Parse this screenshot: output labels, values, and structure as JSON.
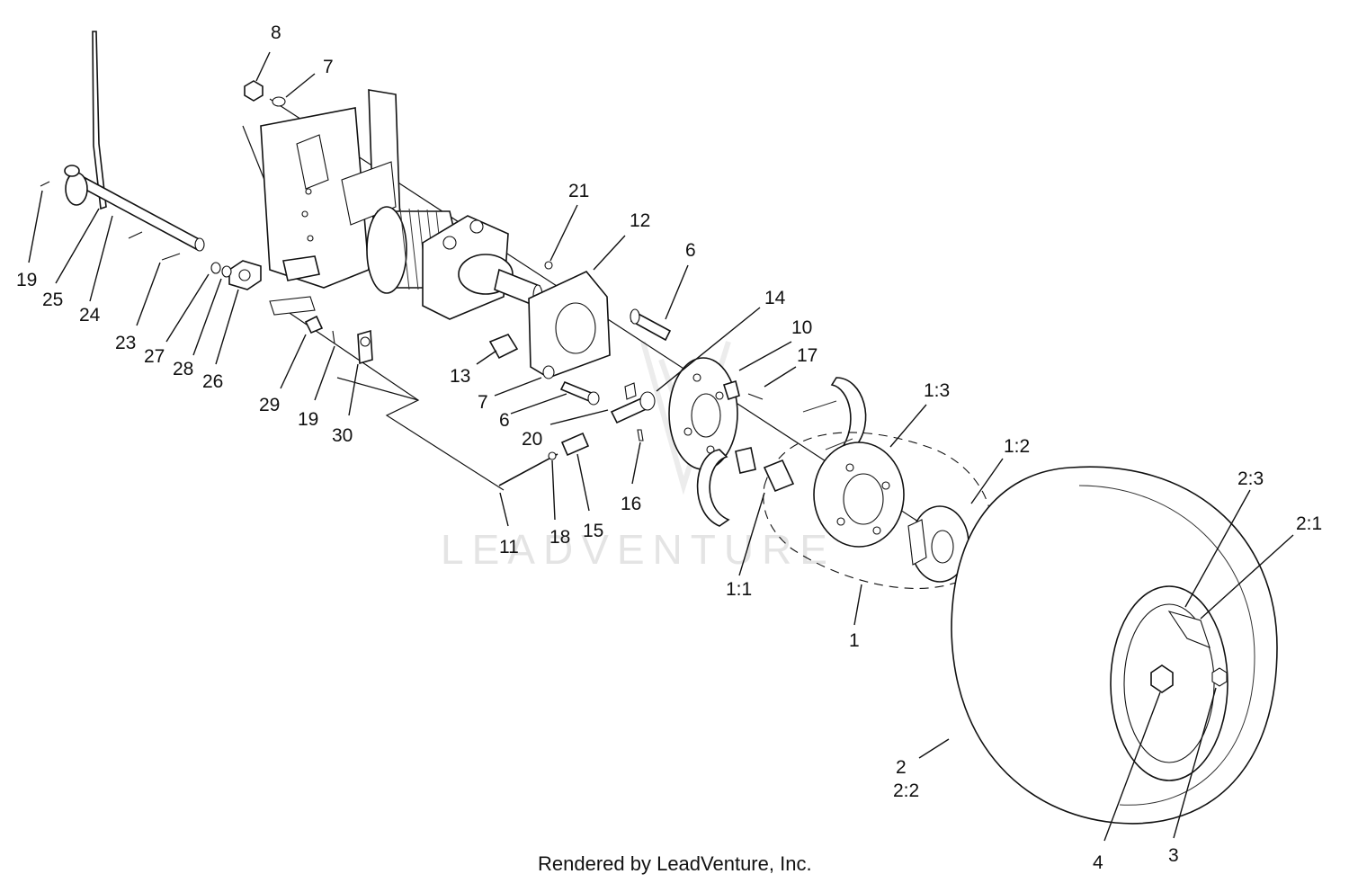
{
  "watermark": "LEADVENTURE",
  "footer": "Rendered by LeadVenture, Inc.",
  "callouts": [
    "8",
    "7",
    "19",
    "25",
    "24",
    "23",
    "27",
    "28",
    "26",
    "29",
    "19",
    "30",
    "21",
    "12",
    "6",
    "13",
    "7",
    "6",
    "20",
    "11",
    "18",
    "15",
    "16",
    "14",
    "10",
    "17",
    "1:3",
    "1:2",
    "1:1",
    "1",
    "2:3",
    "2:1",
    "2",
    "2:2",
    "4",
    "3"
  ]
}
